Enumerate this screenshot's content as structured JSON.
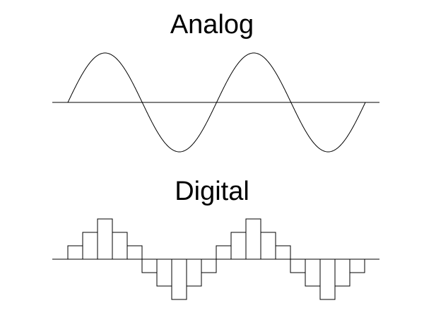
{
  "titles": {
    "analog": "Analog",
    "digital": "Digital"
  },
  "colors": {
    "stroke": "#000000",
    "background": "#ffffff"
  },
  "analog_wave": {
    "cycles": 2
  },
  "digital_steps": {
    "levels": [
      1,
      2,
      3,
      2,
      1,
      -1,
      -2,
      -3,
      -2,
      -1,
      1,
      2,
      3,
      2,
      1,
      -1,
      -2,
      -3,
      -2,
      -1
    ]
  }
}
